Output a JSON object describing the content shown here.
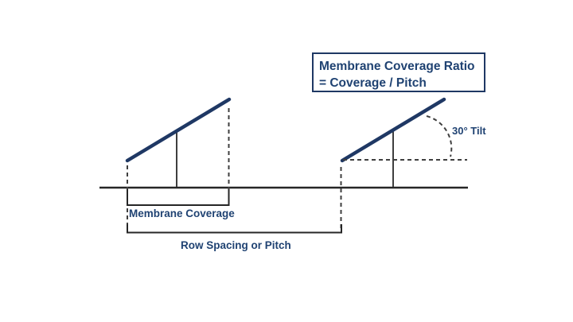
{
  "formula_box": {
    "line1": "Membrane Coverage Ratio",
    "line2": "= Coverage / Pitch"
  },
  "labels": {
    "membrane_coverage": "Membrane Coverage",
    "row_spacing": "Row Spacing or Pitch",
    "tilt": "30° Tilt"
  },
  "colors": {
    "panel_blue": "#1F3864",
    "text_navy": "#1F4272",
    "line_dark": "#262626",
    "dash_gray": "#3F3F3F",
    "background": "#FFFFFF"
  }
}
